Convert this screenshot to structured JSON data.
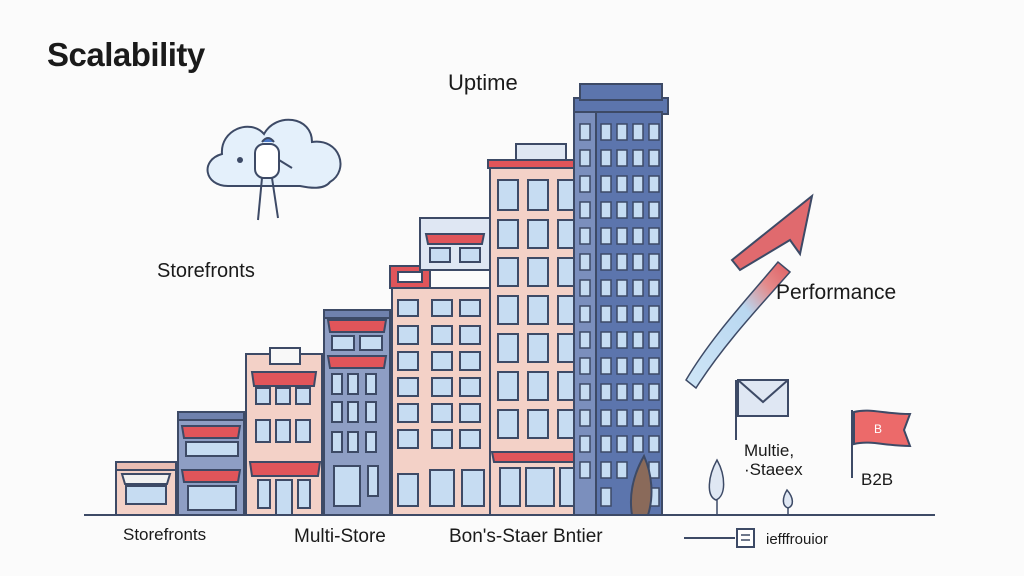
{
  "title": "Scalability",
  "labels": {
    "uptime": "Uptime",
    "storefronts_top": "Storefronts",
    "performance": "Performance",
    "multie_stores": "Multie,\n·Staeex",
    "b2b": "B2B",
    "storefronts_bottom": "Storefronts",
    "multi_store": "Multi-Store",
    "bons_staer": "Bon's-Staer Bntier",
    "ief_legend": "iefffrouior"
  },
  "colors": {
    "outline": "#3d4a66",
    "window": "#c6dcf2",
    "awning": "#e0555a",
    "arrow_head": "#e06a6e",
    "arrow_tail": "#c9e2f6",
    "tower": "#5c75ad",
    "building_blue": "#8e9ec4",
    "building_pink": "#f3d1c7",
    "building_light": "#dfe7f3",
    "flag": "#ec6a6a"
  }
}
